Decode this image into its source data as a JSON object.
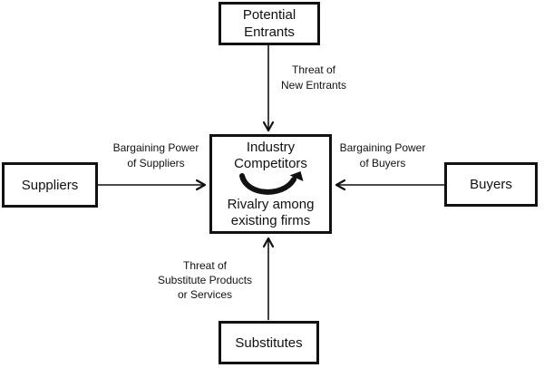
{
  "diagram": {
    "boxes": {
      "potential_entrants": "Potential\nEntrants",
      "suppliers": "Suppliers",
      "buyers": "Buyers",
      "substitutes": "Substitutes",
      "center_top": "Industry\nCompetitors",
      "center_bottom": "Rivalry among\nexisting firms"
    },
    "labels": {
      "threat_new_entrants": "Threat of\nNew Entrants",
      "bargaining_suppliers": "Bargaining Power\nof Suppliers",
      "bargaining_buyers": "Bargaining Power\nof Buyers",
      "threat_substitutes": "Threat of\nSubstitute Products\nor Services"
    },
    "icons": {
      "rivalry_arrow": "curved-cycle-arrow"
    },
    "colors": {
      "line": "#111111",
      "background": "#ffffff"
    }
  }
}
